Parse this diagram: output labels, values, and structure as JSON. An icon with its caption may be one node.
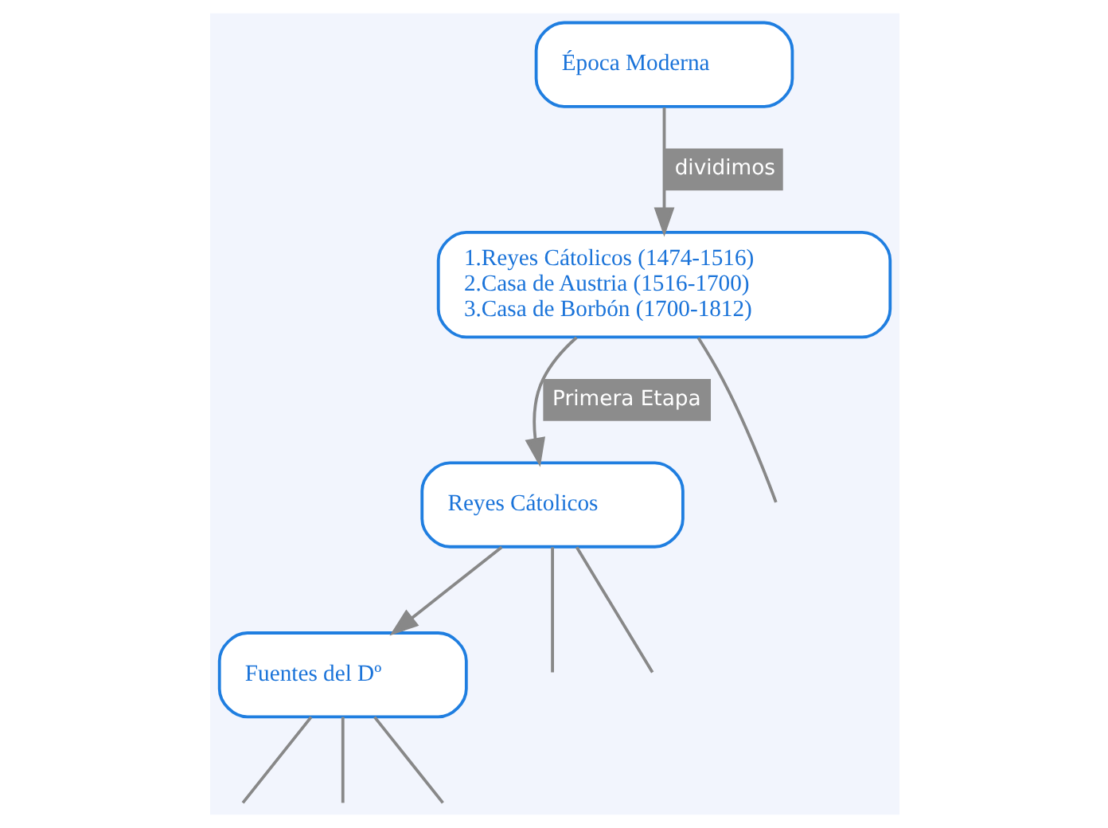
{
  "diagram": {
    "nodes": [
      {
        "text": [
          "Época Moderna"
        ]
      },
      {
        "text": [
          "1.Reyes Cátolicos (1474-1516)",
          "2.Casa de Austria (1516-1700)",
          "3.Casa de Borbón (1700-1812)"
        ]
      },
      {
        "text": [
          "Reyes Cátolicos"
        ]
      },
      {
        "text": [
          "Fuentes del Dº"
        ]
      }
    ],
    "edges": [
      {
        "from": 0,
        "to": 1,
        "arrow": "to",
        "label": "dividimos"
      },
      {
        "from": 1,
        "to": 2,
        "arrow": "to",
        "label": "Primera Etapa"
      },
      {
        "from": 1,
        "to": null,
        "arrow": "none"
      },
      {
        "from": 2,
        "to": null,
        "arrow": "none"
      },
      {
        "from": 2,
        "to": null,
        "arrow": "none"
      },
      {
        "from": 2,
        "to": 3,
        "arrow": "to"
      },
      {
        "from": 3,
        "to": null,
        "arrow": "none"
      },
      {
        "from": 3,
        "to": null,
        "arrow": "none"
      },
      {
        "from": 3,
        "to": null,
        "arrow": "none"
      }
    ]
  }
}
